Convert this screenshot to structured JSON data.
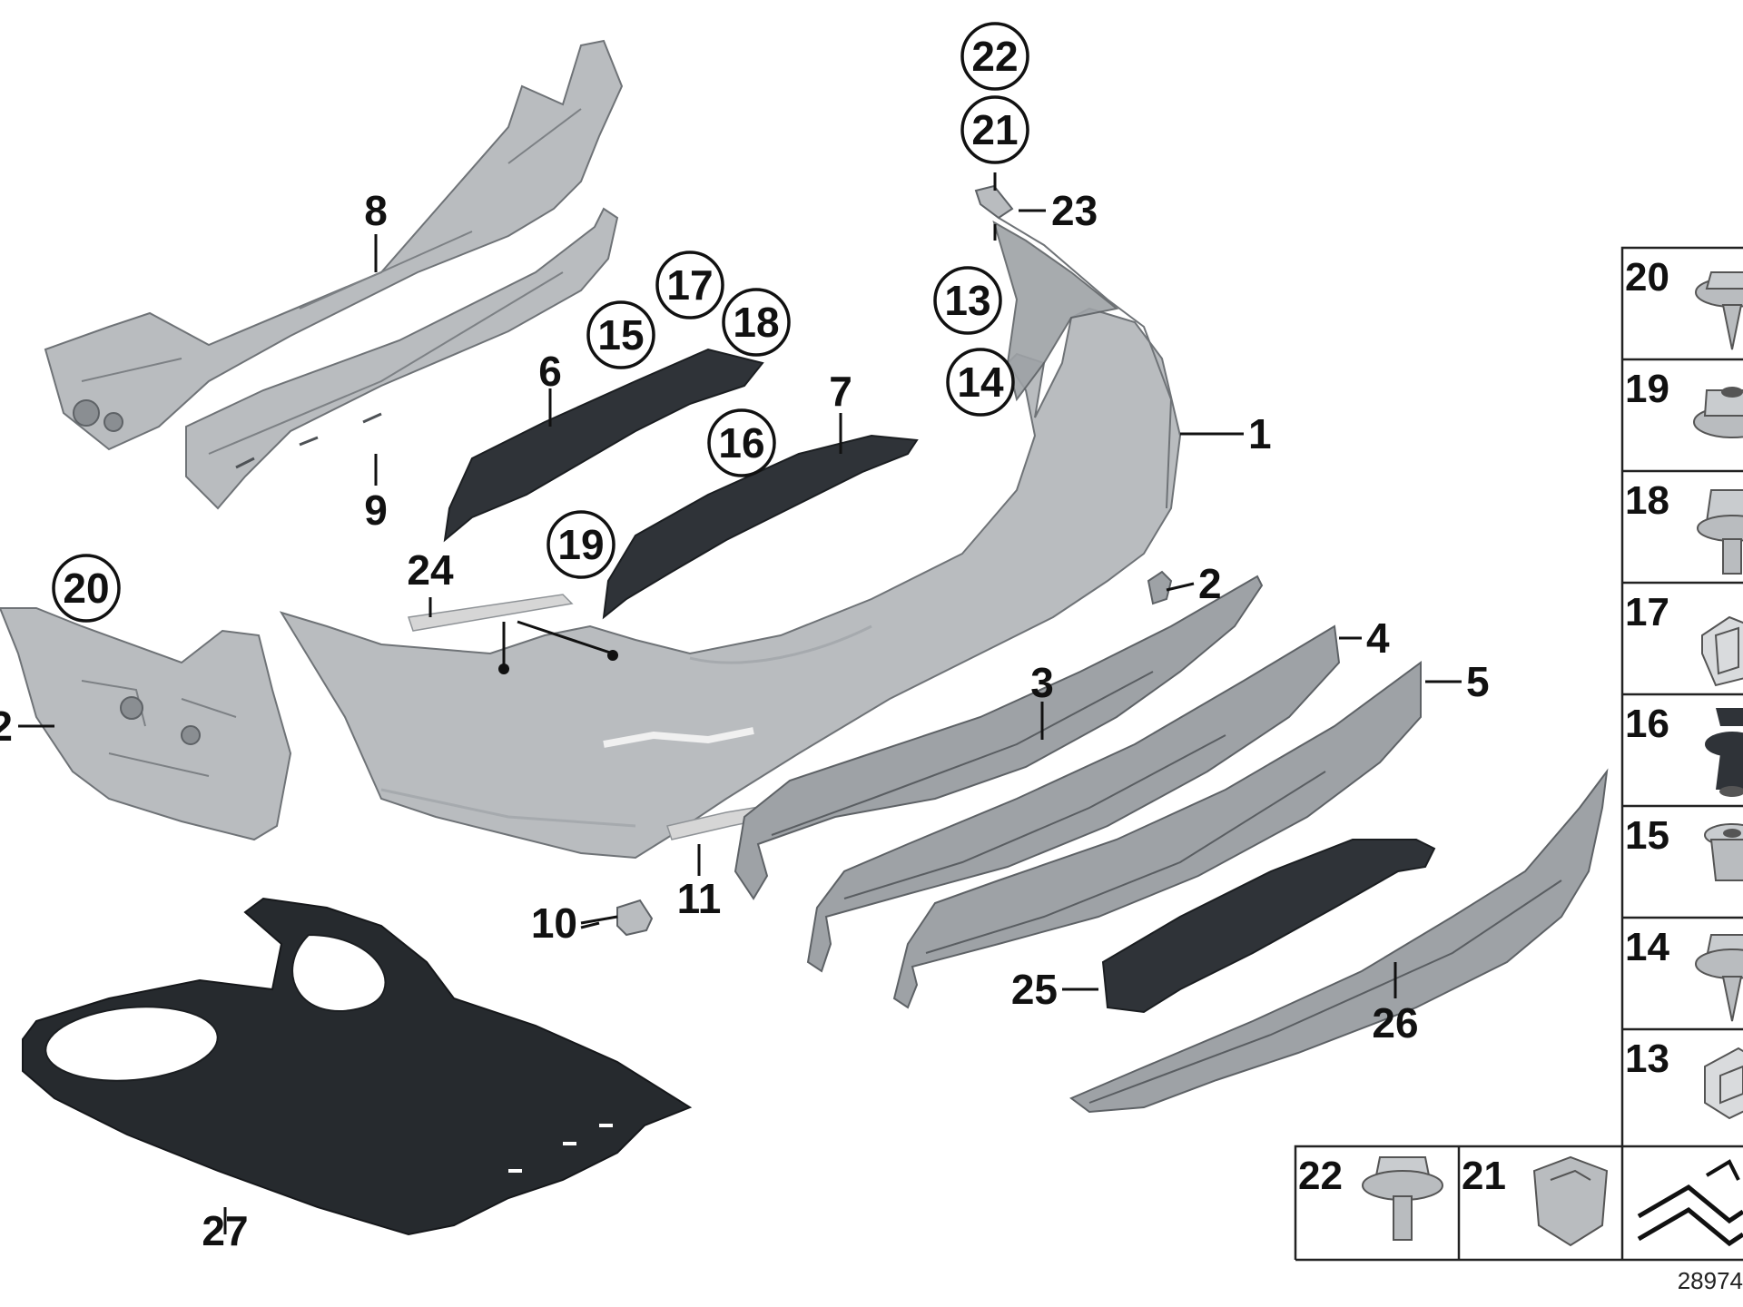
{
  "diagram": {
    "callouts": [
      {
        "id": "8",
        "circled": false
      },
      {
        "id": "9",
        "circled": false
      },
      {
        "id": "6",
        "circled": false
      },
      {
        "id": "7",
        "circled": false
      },
      {
        "id": "1",
        "circled": false
      },
      {
        "id": "2",
        "circled": false
      },
      {
        "id": "2",
        "circled": false
      },
      {
        "id": "3",
        "circled": false
      },
      {
        "id": "4",
        "circled": false
      },
      {
        "id": "5",
        "circled": false
      },
      {
        "id": "10",
        "circled": false
      },
      {
        "id": "11",
        "circled": false
      },
      {
        "id": "23",
        "circled": false
      },
      {
        "id": "24",
        "circled": false
      },
      {
        "id": "25",
        "circled": false
      },
      {
        "id": "26",
        "circled": false
      },
      {
        "id": "27",
        "circled": false
      },
      {
        "id": "22",
        "circled": true
      },
      {
        "id": "21",
        "circled": true
      },
      {
        "id": "13",
        "circled": true
      },
      {
        "id": "14",
        "circled": true
      },
      {
        "id": "17",
        "circled": true
      },
      {
        "id": "15",
        "circled": true
      },
      {
        "id": "18",
        "circled": true
      },
      {
        "id": "16",
        "circled": true
      },
      {
        "id": "19",
        "circled": true
      },
      {
        "id": "20",
        "circled": true
      }
    ],
    "fastener_panel": [
      {
        "id": "20",
        "icon": "hex-push-clip-icon"
      },
      {
        "id": "19",
        "icon": "flange-nut-icon"
      },
      {
        "id": "18",
        "icon": "hex-collar-screw-icon"
      },
      {
        "id": "17",
        "icon": "spring-clip-icon"
      },
      {
        "id": "16",
        "icon": "expanding-rivet-icon"
      },
      {
        "id": "15",
        "icon": "plastic-expansion-nut-icon"
      },
      {
        "id": "14",
        "icon": "hex-push-clip-icon"
      },
      {
        "id": "13",
        "icon": "sheet-metal-nut-icon"
      }
    ],
    "fastener_bottom_row": [
      {
        "id": "22",
        "icon": "hex-flange-bolt-icon"
      },
      {
        "id": "21",
        "icon": "square-clip-nut-icon"
      },
      {
        "id": "",
        "icon": "cutting-line-icon"
      }
    ],
    "reference_number": "28974"
  }
}
